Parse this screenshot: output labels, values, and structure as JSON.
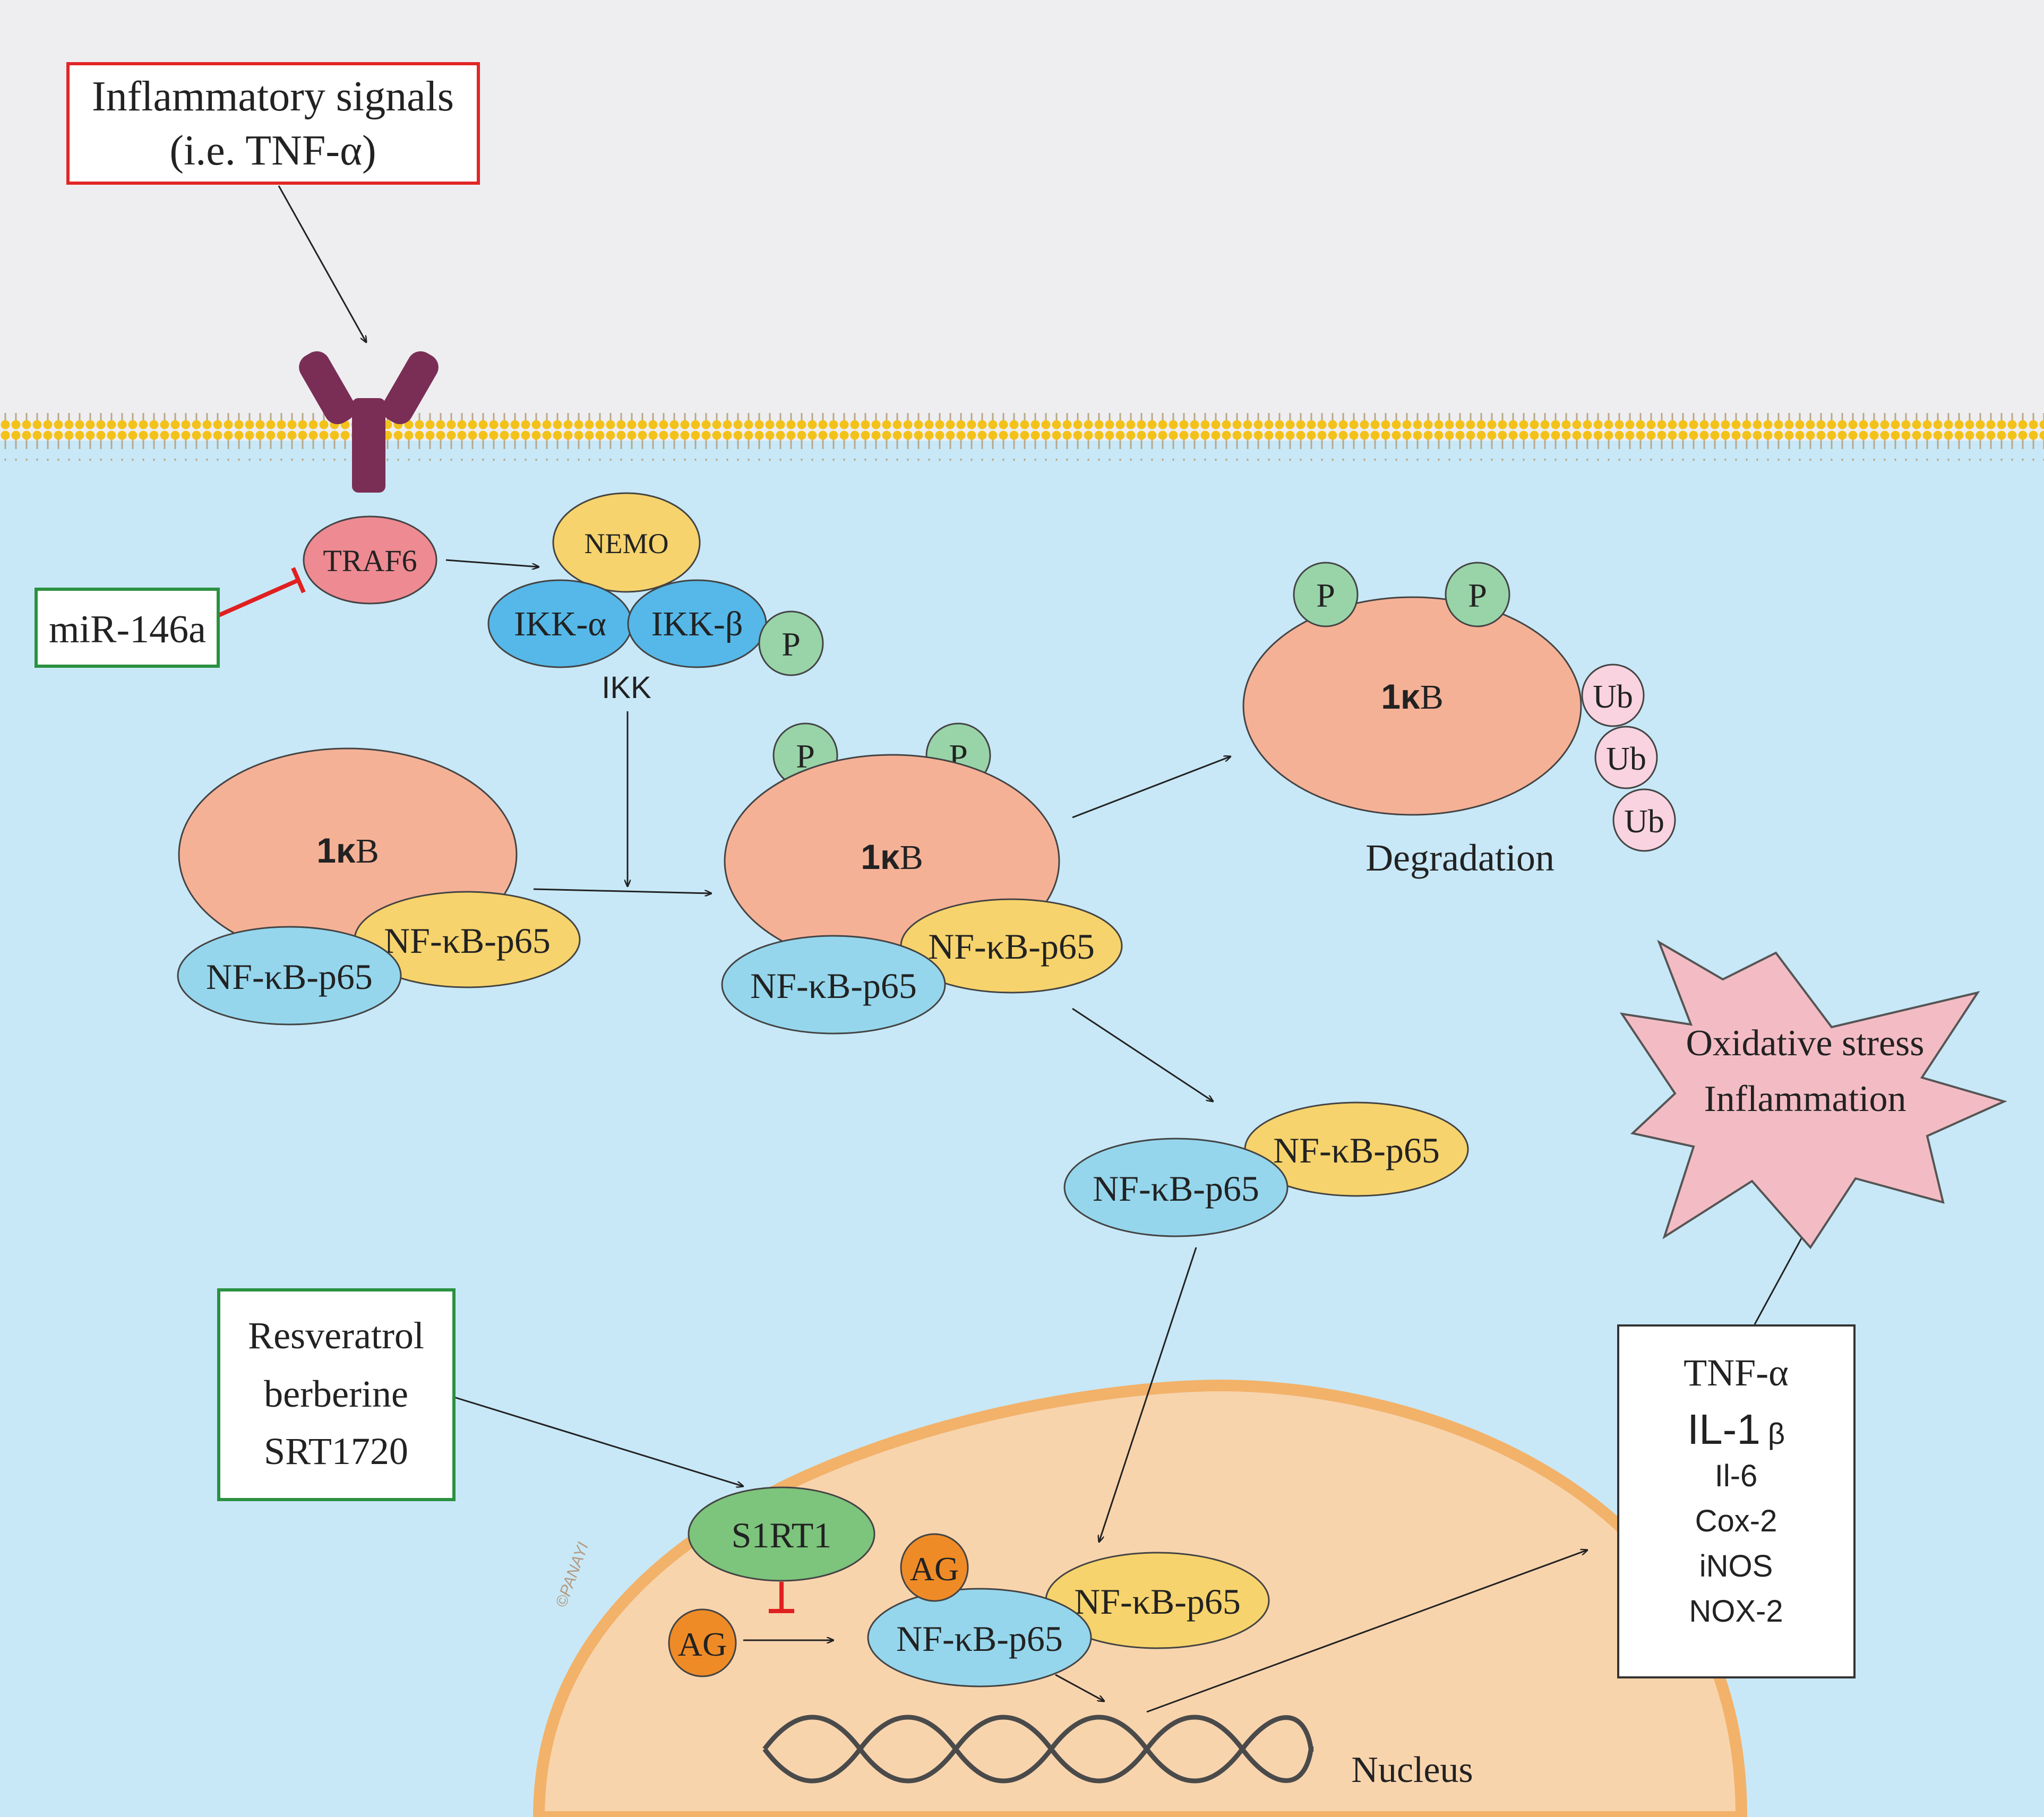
{
  "signals": {
    "line1": "Inflammatory signals",
    "line2": "(i.e. TNF-α)"
  },
  "mirna": "miR-146a",
  "traf6": "TRAF6",
  "nemo": "NEMO",
  "ikk_alpha": "IKK-α",
  "ikk_beta": "IKK-β",
  "ikk": "IKK",
  "phospho": "P",
  "ub": "Ub",
  "ikb_kappa": "1κ",
  "ikb_b": "B",
  "nfkb": "NF-κB-p65",
  "degradation": "Degradation",
  "oxidative": {
    "line1": "Oxidative stress",
    "line2": "Inflammation"
  },
  "drugs": {
    "line1": "Resveratrol",
    "line2": "berberine",
    "line3": "SRT1720"
  },
  "sirt1": "S1RT1",
  "ag": "AG",
  "nucleus": "Nucleus",
  "watermark": "©PANAYI",
  "cytokines": [
    "TNF-α",
    "IL-1",
    "Il-6",
    "Cox-2",
    "iNOS",
    "NOX-2"
  ],
  "cytokine_beta": "β",
  "colors": {
    "extracellular": "#eeeef0",
    "cytoplasm": "#c8e8f7",
    "nucleus_fill": "#f8d4ad",
    "nucleus_border": "#f2b26a",
    "receptor": "#7a2e55",
    "traf6": "#ee8a92",
    "nemo": "#f6d36c",
    "ikk": "#55b8e8",
    "phospho": "#98d4a8",
    "ikb": "#f5b196",
    "nfkb_blue": "#95d6ec",
    "nfkb_yellow": "#f6d36c",
    "ub": "#f9d3df",
    "star": "#f3bcc4",
    "sirt1": "#7dc47c",
    "ag": "#ef8b27",
    "red_border": "#e12626",
    "green_border": "#2a9140",
    "inhibit": "#e02020"
  }
}
